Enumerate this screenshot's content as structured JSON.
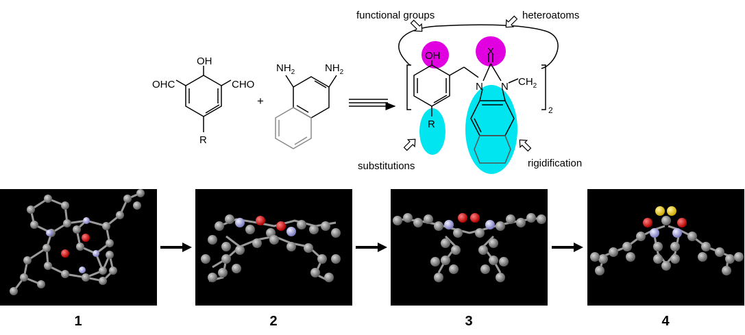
{
  "reactants": {
    "dialdehyde": {
      "oh": "OH",
      "cho_left": "OHC",
      "cho_right": "CHO",
      "r": "R"
    },
    "plus": "+",
    "diamine": {
      "nh2": "NH",
      "sub2": "2"
    }
  },
  "product": {
    "oh": "OH",
    "x": "X",
    "n_left": "N",
    "n_right": "N",
    "ch2": "CH",
    "sub2": "2",
    "repeat": "2",
    "r": "R"
  },
  "annotations": {
    "functional_groups": "functional groups",
    "heteroatoms": "heteroatoms",
    "substitutions": "substitutions",
    "rigidification": "rigidification"
  },
  "highlight_colors": {
    "magenta": "#e000e0",
    "cyan": "#00e5f0"
  },
  "panels": [
    {
      "label": "1"
    },
    {
      "label": "2"
    },
    {
      "label": "3"
    },
    {
      "label": "4"
    }
  ],
  "atom_colors": {
    "carbon": "#8a8a8a",
    "nitrogen": "#9a9ae0",
    "oxygen": "#e00000",
    "sulfur": "#f0d020"
  }
}
